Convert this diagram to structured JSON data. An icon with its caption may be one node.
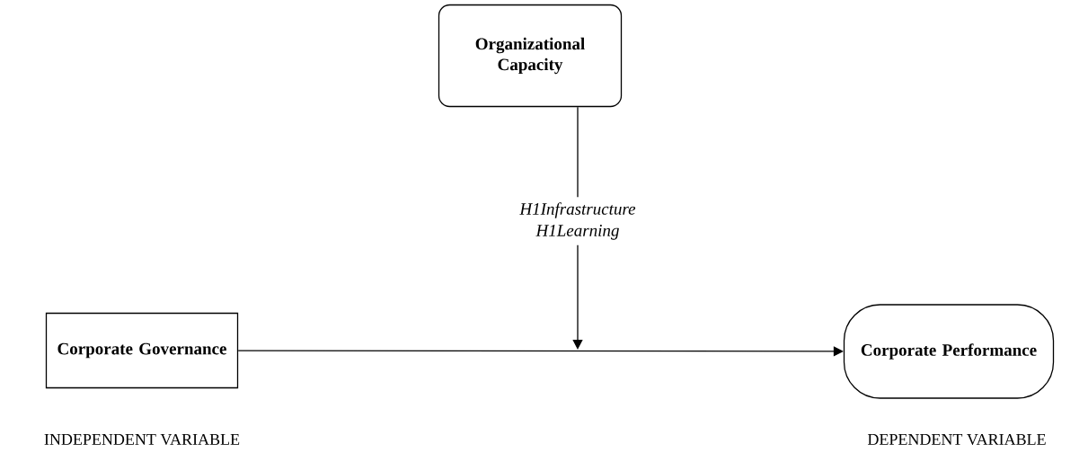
{
  "diagram": {
    "nodes": [
      {
        "text": [
          "Organizational Capacity"
        ]
      },
      {
        "text": [
          "Corporate Governance"
        ]
      },
      {
        "text": [
          "Corporate Performance"
        ]
      }
    ],
    "edges": [
      {
        "from": 0,
        "to": null,
        "arrow": "to",
        "label": "H1Infrastructure H1Learning"
      },
      {
        "from": 1,
        "to": 2,
        "arrow": "to"
      }
    ],
    "labels": [
      "INDEPENDENT VARIABLE",
      "DEPENDENT VARIABLE"
    ]
  }
}
